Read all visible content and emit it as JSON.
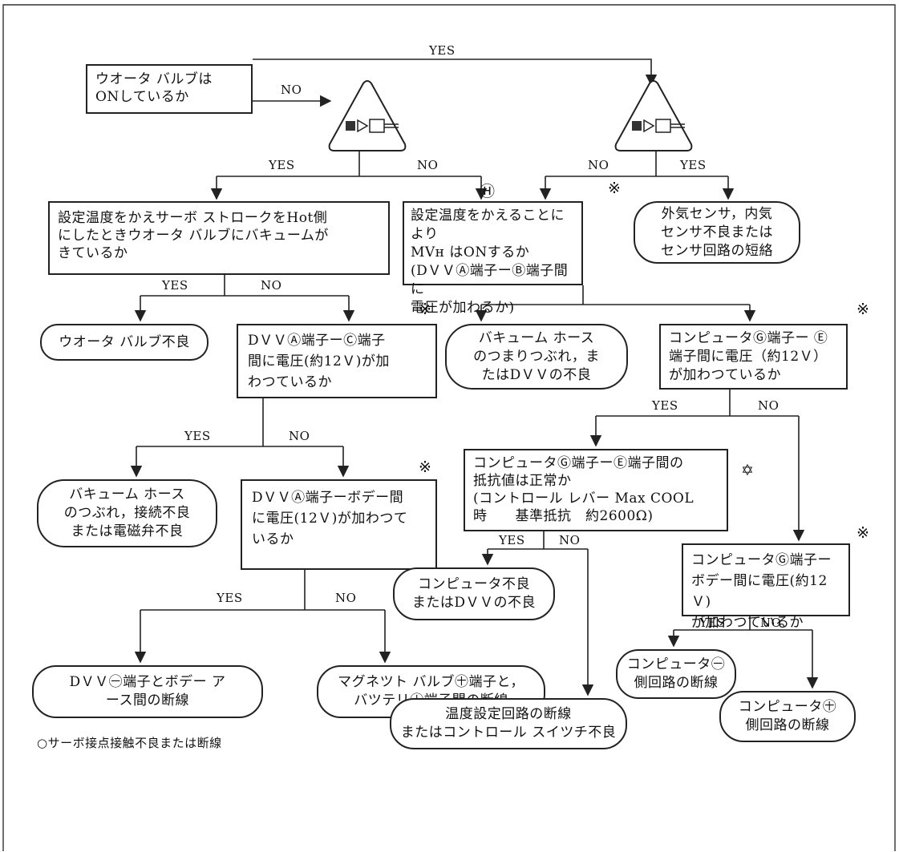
{
  "nodes": {
    "q_water_valve_on": "ウオータ バルブは\nONしているか",
    "q_vacuum_at_hot": "設定温度をかえサーボ ストロークをHot側\nにしたときウオータ バルブにバキュームが\nきているか",
    "q_mvh_on": "設定温度をかえることにより\nMVн はONするか\n(DＶＶⒶ端子ーⒷ端子間に\n電圧が加わるか)",
    "r_sensor_short": "外気センサ，内気\nセンサ不良または\nセンサ回路の短絡",
    "r_water_valve_bad": "ウオータ バルブ不良",
    "q_dvv_a_c_voltage": "DＶＶⒶ端子ーⒸ端子\n間に電圧(約12Ｖ)が加\nわつているか",
    "r_vacuum_hose_dvv": "バキューム ホース\nのつまりつぶれ，ま\nたはDＶＶの不良",
    "q_computer_g_e_voltage": "コンピュータⒼ端子ー Ⓔ\n端子間に電圧（約12Ｖ）\nが加わつているか",
    "r_vacuum_hose_solenoid": "バキューム ホース\nのつぶれ，接続不良\nまたは電磁弁不良",
    "q_dvv_a_body_voltage": "DＶＶⒶ端子ーボデー間\nに電圧(12Ｖ)が加わつて\nいるか",
    "q_computer_g_e_resistance": "コンピュータⒼ端子ーⒺ端子間の\n抵抗値は正常か\n(コントロール レバー Max COOL\n時　　基準抵抗　約2600Ω)",
    "r_computer_dvv_bad": "コンピュータ不良\nまたはDＶＶの不良",
    "q_computer_g_body_voltage": "コンピュータⒼ端子ー\nボデー間に電圧(約12Ｖ)\nが加わつているか",
    "r_dvv_minus_body_open": "DＶＶ㊀端子とボデー ア\nース間の断線",
    "r_magnet_valve_battery_open": "マグネツト バルブ㊉端子と，\nバツテリ㊉端子間の断線",
    "r_computer_minus_open": "コンピュータ㊀\n側回路の断線",
    "r_temp_circuit_switch": "温度設定回路の断線\nまたはコントロール スイツチ不良",
    "r_computer_plus_open": "コンピュータ㊉\n側回路の断線"
  },
  "labels": {
    "yes": "YES",
    "no": "NO"
  },
  "marks": {
    "note_mark": "※",
    "star_mark": "✡",
    "h_mark": "Ⓗ"
  },
  "footnote": "○サーボ接点接触不良または断線",
  "icons": [
    "check-triangle-icon",
    "check-triangle-icon"
  ]
}
